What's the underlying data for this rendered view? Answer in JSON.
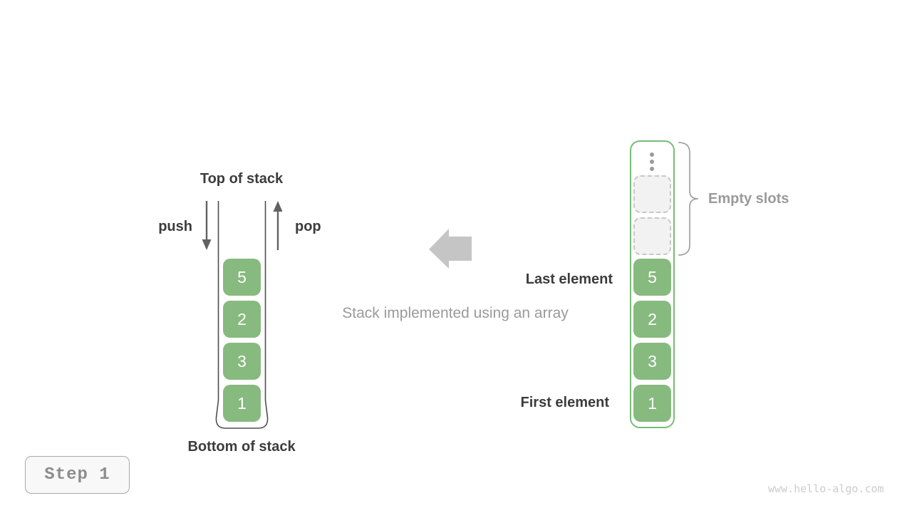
{
  "colors": {
    "cell_green": "#87BA7E",
    "array_border_green": "#77BC77",
    "container_line_gray": "#4F4F4F",
    "dark_text": "#3C3C3C",
    "gray_text": "#9A9A9A",
    "block_arrow_gray": "#C5C5C5",
    "thin_arrow_gray": "#616161",
    "empty_slot_bg": "#F2F2F2",
    "empty_slot_border": "#C8C8C8",
    "step_text": "#8D8D8D",
    "watermark_text": "#CCCCCC"
  },
  "left_stack": {
    "top_label": "Top of stack",
    "push_label": "push",
    "pop_label": "pop",
    "bottom_label": "Bottom of stack",
    "values": [
      "5",
      "2",
      "3",
      "1"
    ]
  },
  "middle": {
    "caption": "Stack implemented using an array"
  },
  "right_array": {
    "last_element_label": "Last element",
    "first_element_label": "First element",
    "empty_slots_label": "Empty slots",
    "empty_slot_count": 2,
    "values": [
      "5",
      "2",
      "3",
      "1"
    ]
  },
  "footer": {
    "step_label": "Step 1",
    "watermark": "www.hello-algo.com"
  }
}
